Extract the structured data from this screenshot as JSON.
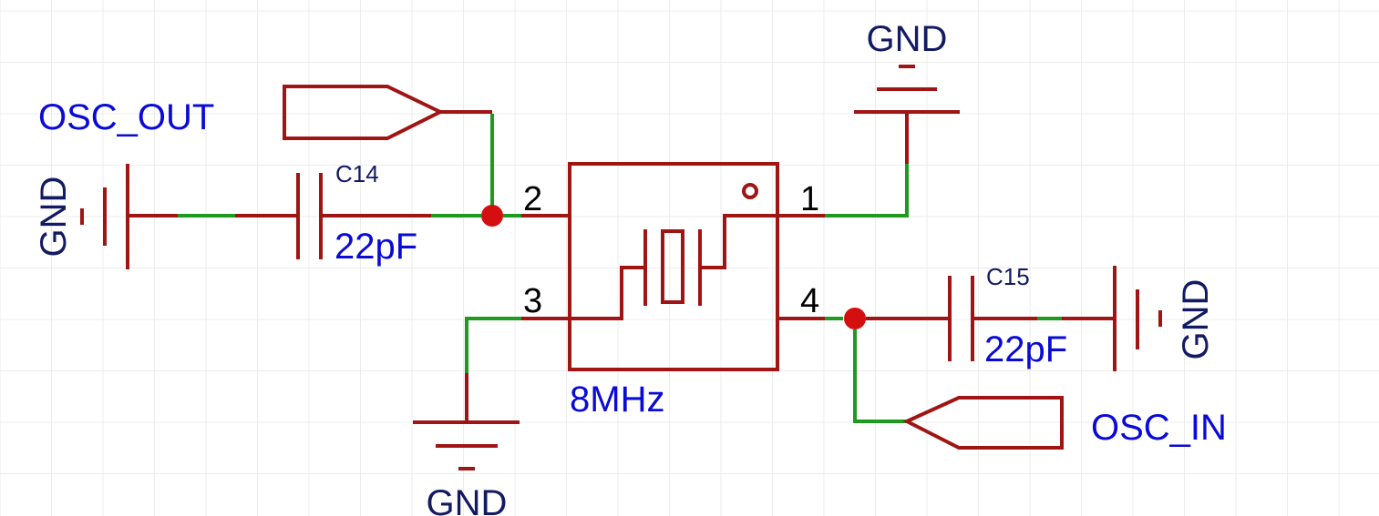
{
  "ground_label": "GND",
  "net_labels": {
    "osc_out": "OSC_OUT",
    "osc_in": "OSC_IN"
  },
  "components": {
    "c14": {
      "designator": "C14",
      "value": "22pF"
    },
    "c15": {
      "designator": "C15",
      "value": "22pF"
    },
    "crystal": {
      "value": "8MHz",
      "pins": [
        "1",
        "2",
        "3",
        "4"
      ]
    }
  },
  "colors": {
    "symbol": "#a01414",
    "wire": "#1e9a1e",
    "junction": "#d40f0f",
    "net_label_text": "#0a0ad8",
    "ground_text": "#121a63",
    "grid": "#ececec"
  }
}
